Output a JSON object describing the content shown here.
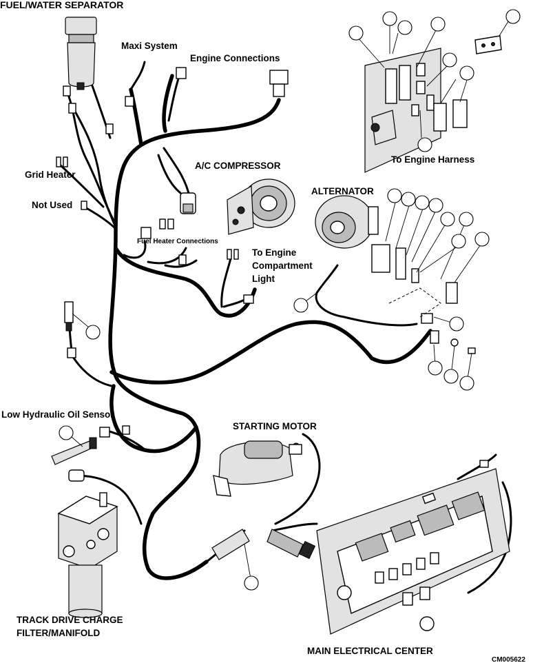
{
  "labels": {
    "fuel_water_separator": "FUEL/WATER SEPARATOR",
    "maxi_system": "Maxi System",
    "engine_connections": "Engine Connections",
    "ac_compressor": "A/C COMPRESSOR",
    "grid_heater": "Grid Heater",
    "not_used": "Not Used",
    "fuel_heater_connections": "Fuel Heater Connections",
    "to_engine_compartment_light": [
      "To Engine",
      "Compartment",
      "Light"
    ],
    "to_engine_harness": "To Engine Harness",
    "alternator": "ALTERNATOR",
    "low_hydraulic_oil_sensor": "Low Hydraulic Oil Sensor",
    "starting_motor": "STARTING MOTOR",
    "track_drive_charge_filter_manifold": [
      "TRACK DRIVE CHARGE",
      "FILTER/MANIFOLD"
    ],
    "main_electrical_center": "MAIN ELECTRICAL CENTER",
    "figure_id": "CM005622"
  },
  "colors": {
    "ink": "#000000",
    "paper": "#ffffff"
  }
}
